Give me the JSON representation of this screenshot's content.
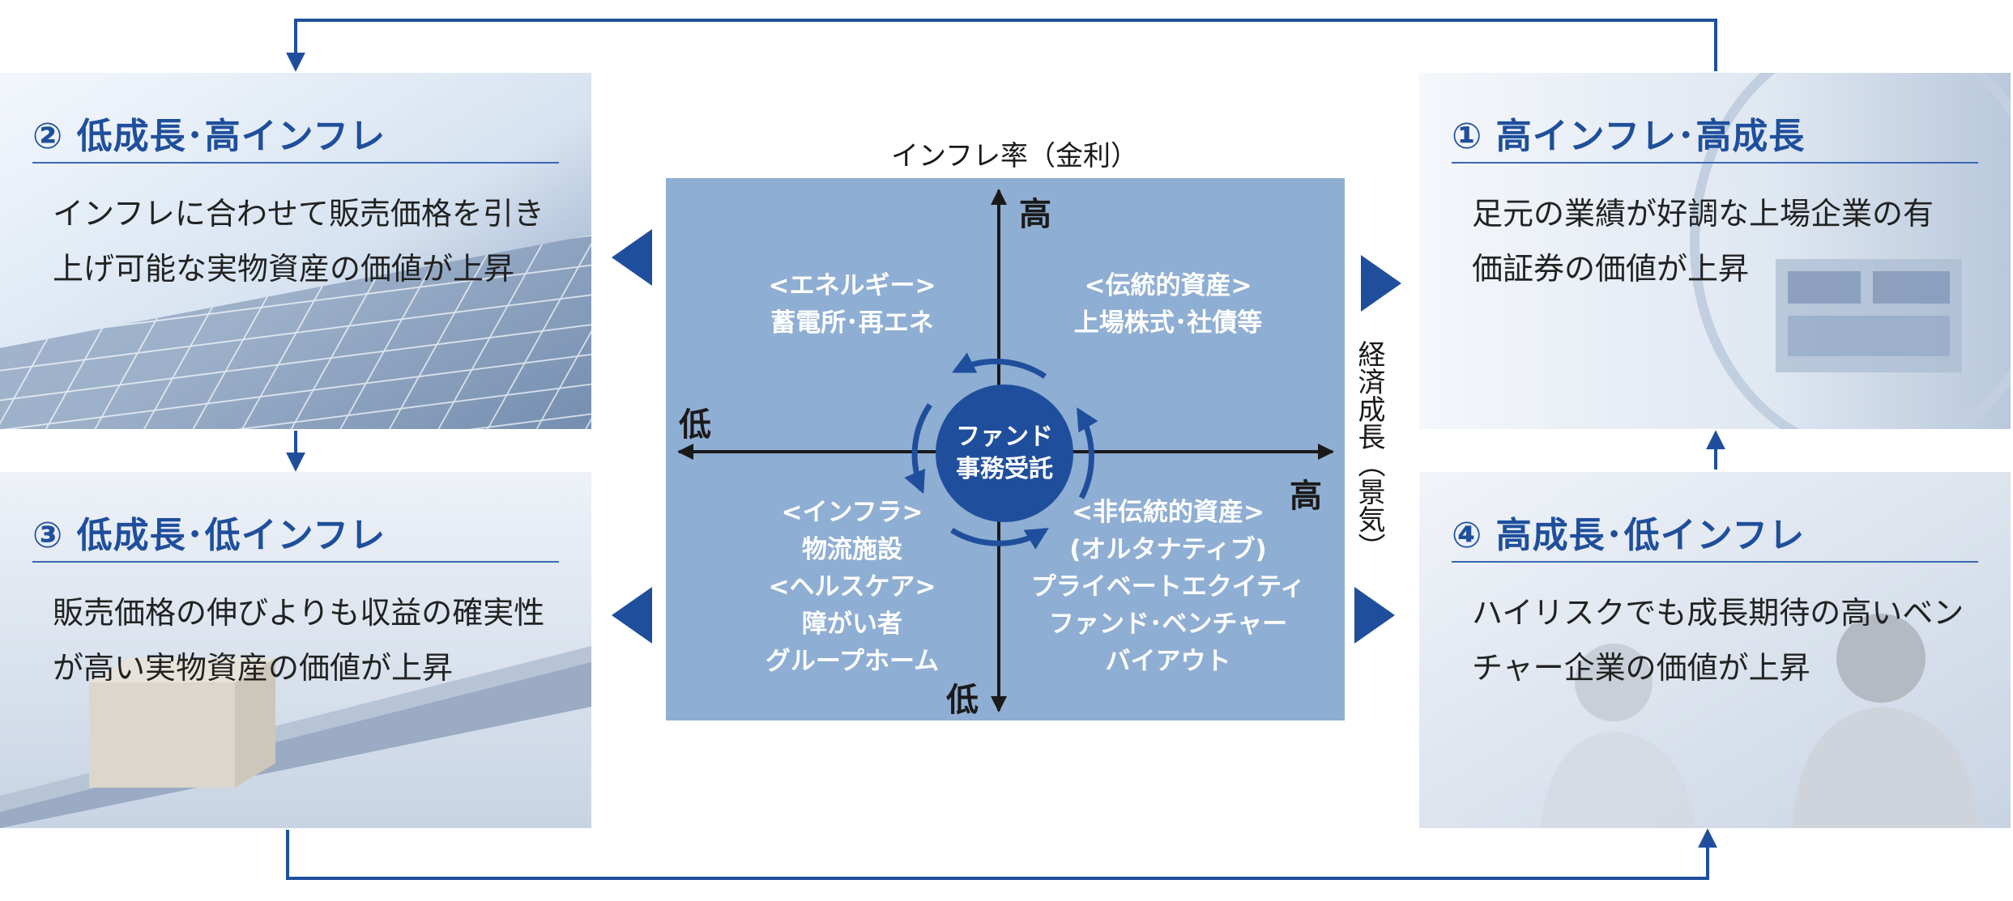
{
  "colors": {
    "accent": "#1f4f9c",
    "matrix_bg": "#8faed3",
    "flow_line": "#1f4f9c"
  },
  "panels": {
    "q1": {
      "title": "① 高インフレ･高成長",
      "line1": "足元の業績が好調な上場企業の有",
      "line2": "価証券の価値が上昇"
    },
    "q2": {
      "title": "② 低成長･高インフレ",
      "line1": "インフレに合わせて販売価格を引き",
      "line2": "上げ可能な実物資産の価値が上昇"
    },
    "q3": {
      "title": "③ 低成長･低インフレ",
      "line1": "販売価格の伸びよりも収益の確実性",
      "line2": "が高い実物資産の価値が上昇"
    },
    "q4": {
      "title": "④ 高成長･低インフレ",
      "line1": "ハイリスクでも成長期待の高いベン",
      "line2": "チャー企業の価値が上昇"
    }
  },
  "matrix": {
    "y_axis_title": "インフレ率（金利）",
    "y_high": "高",
    "y_low": "低",
    "x_axis_title": "経済成長（景気）",
    "x_high": "高",
    "x_low": "低",
    "center": {
      "line1": "ファンド",
      "line2": "事務受託"
    },
    "top_left": [
      "<エネルギー>",
      "蓄電所･再エネ"
    ],
    "top_right": [
      "<伝統的資産>",
      "上場株式･社債等"
    ],
    "bottom_left": [
      "<インフラ>",
      "物流施設",
      "<ヘルスケア>",
      "障がい者",
      "グループホーム"
    ],
    "bottom_right": [
      "<非伝統的資産>",
      "(オルタナティブ)",
      "プライベートエクイティ",
      "ファンド･ベンチャー",
      "バイアウト"
    ]
  }
}
